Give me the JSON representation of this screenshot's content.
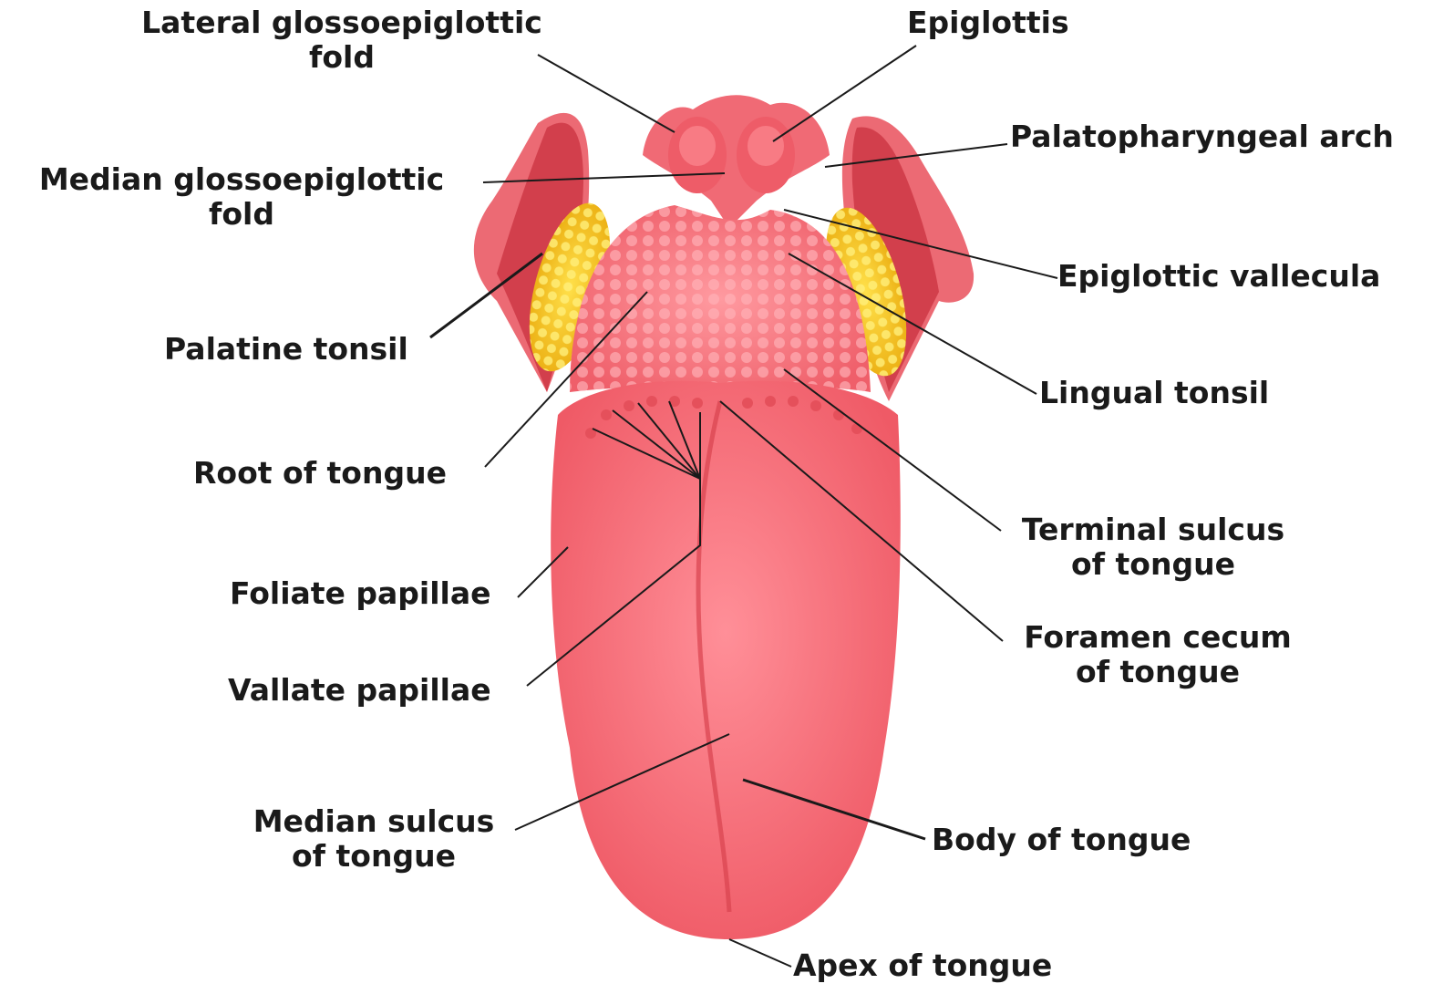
{
  "labels": {
    "lateral_glossoepiglottic_fold": [
      "Lateral glossoepiglottic",
      "fold"
    ],
    "epiglottis": "Epiglottis",
    "median_glossoepiglottic_fold": [
      "Median glossoepiglottic",
      "fold"
    ],
    "palatopharyngeal_arch": "Palatopharyngeal arch",
    "epiglottic_vallecula": "Epiglottic vallecula",
    "palatine_tonsil": "Palatine tonsil",
    "lingual_tonsil": "Lingual tonsil",
    "root_of_tongue": "Root of tongue",
    "terminal_sulcus": [
      "Terminal sulcus",
      "of tongue"
    ],
    "foliate_papillae": "Foliate papillae",
    "foramen_cecum": [
      "Foramen cecum",
      "of tongue"
    ],
    "vallate_papillae": "Vallate papillae",
    "median_sulcus": [
      "Median sulcus",
      "of tongue"
    ],
    "body_of_tongue": "Body of tongue",
    "apex_of_tongue": "Apex of tongue"
  },
  "colors": {
    "tongue": "#f0646e",
    "tongue_highlight": "#ff9aa2",
    "pharynx": "#e8505c",
    "tonsil": "#f5c518",
    "papillae": "#f78a8f",
    "leader_line": "#1a1a1a"
  }
}
